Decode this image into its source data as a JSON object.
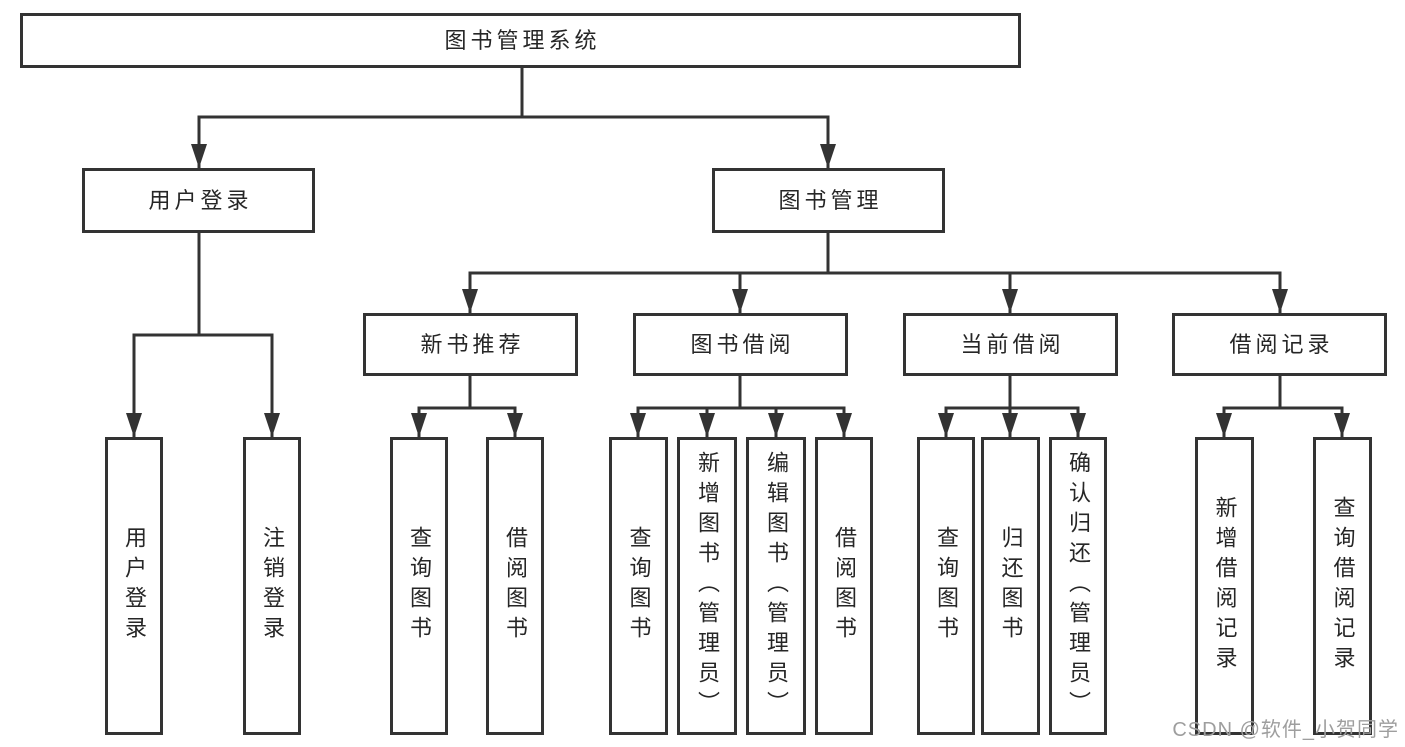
{
  "tree": {
    "root": {
      "label": "图书管理系统"
    },
    "level2": [
      {
        "label": "用户登录"
      },
      {
        "label": "图书管理"
      }
    ],
    "user_children": [
      {
        "label": "用户登录"
      },
      {
        "label": "注销登录"
      }
    ],
    "modules": [
      {
        "label": "新书推荐",
        "children": [
          "查询图书",
          "借阅图书"
        ]
      },
      {
        "label": "图书借阅",
        "children": [
          "查询图书",
          "新增图书（管理员）",
          "编辑图书（管理员）",
          "借阅图书"
        ]
      },
      {
        "label": "当前借阅",
        "children": [
          "查询图书",
          "归还图书",
          "确认归还（管理员）"
        ]
      },
      {
        "label": "借阅记录",
        "children": [
          "新增借阅记录",
          "查询借阅记录"
        ]
      }
    ]
  },
  "watermark": {
    "text": "CSDN @软件_小贺同学"
  },
  "colors": {
    "line": "#333333",
    "border": "#333333",
    "box_fill": "#ffffff",
    "text": "#262626",
    "watermark": "#9e9e9e",
    "background": "#ffffff"
  }
}
